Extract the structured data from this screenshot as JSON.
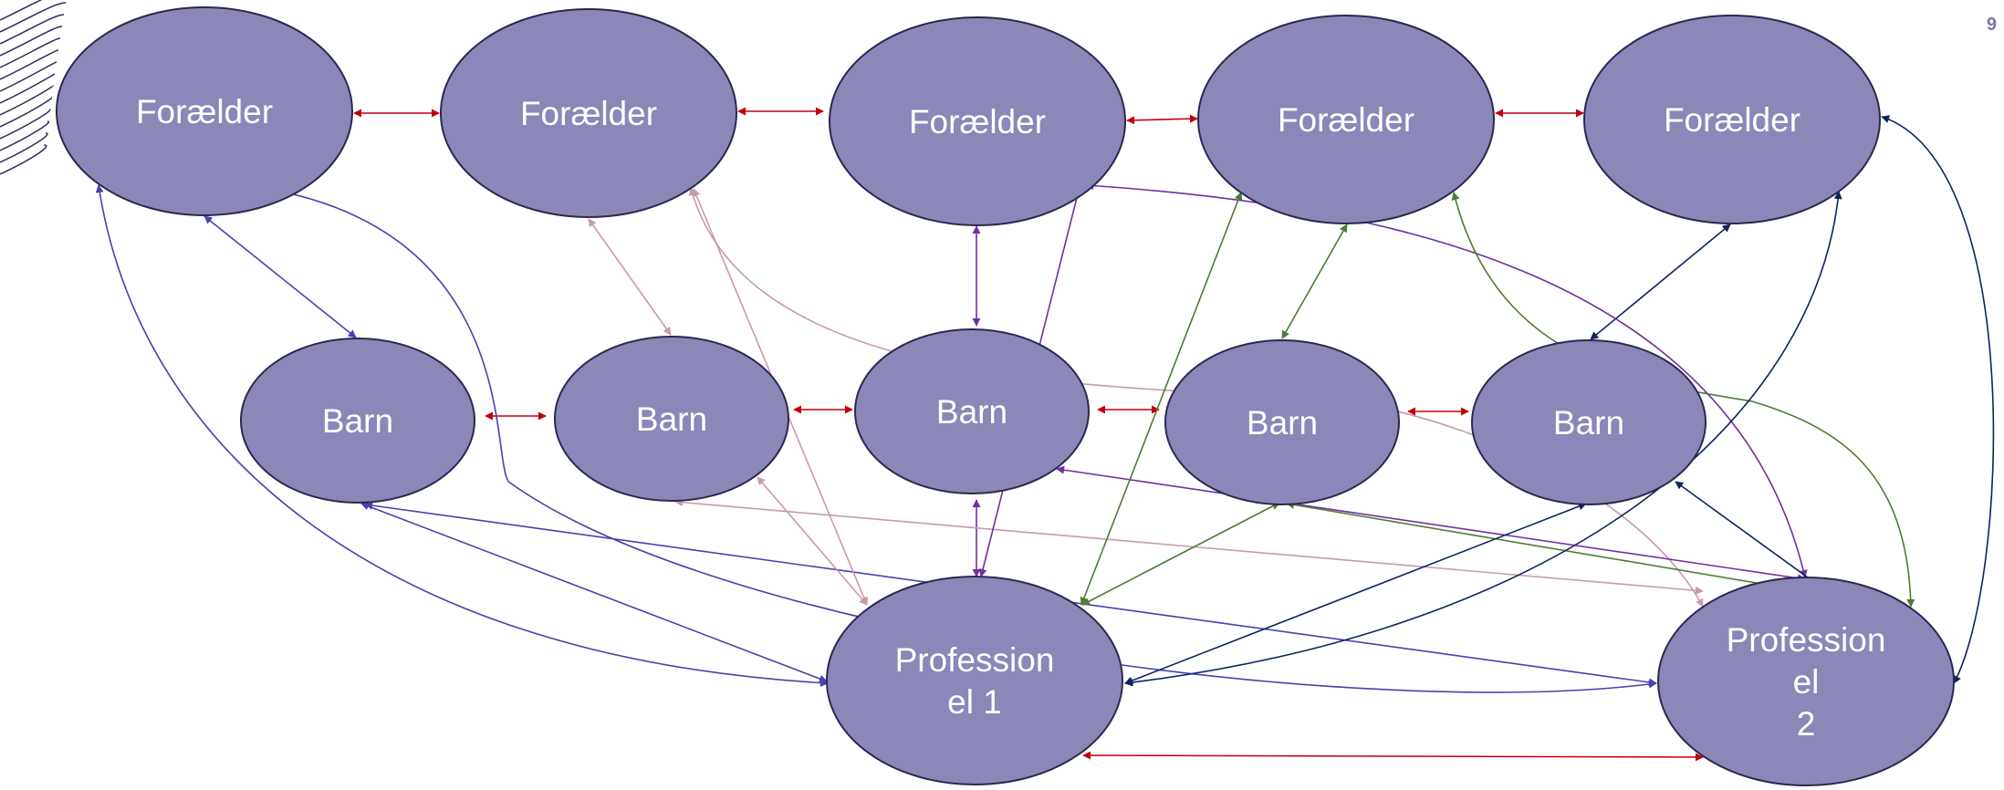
{
  "page_number": "9",
  "nodes": {
    "parent_1": {
      "label": [
        "Forælder"
      ]
    },
    "parent_2": {
      "label": [
        "Forælder"
      ]
    },
    "parent_3": {
      "label": [
        "Forælder"
      ]
    },
    "parent_4": {
      "label": [
        "Forælder"
      ]
    },
    "parent_5": {
      "label": [
        "Forælder"
      ]
    },
    "child_1": {
      "label": [
        "Barn"
      ]
    },
    "child_2": {
      "label": [
        "Barn"
      ]
    },
    "child_3": {
      "label": [
        "Barn"
      ]
    },
    "child_4": {
      "label": [
        "Barn"
      ]
    },
    "child_5": {
      "label": [
        "Barn"
      ]
    },
    "professional_1": {
      "label": [
        "Profession",
        "el 1"
      ]
    },
    "professional_2": {
      "label": [
        "Profession",
        "el",
        "2"
      ]
    }
  },
  "colors": {
    "node_fill": "#8b87b8",
    "node_stroke": "#2b2850",
    "red": "#c0000a",
    "purple": "#7030a0",
    "pink": "#c99aae",
    "green": "#4f7a35",
    "navy": "#0d2460",
    "blue": "#4a3fb0",
    "decoration": "#2b2d5a"
  },
  "connections": [
    {
      "from": "parent_1",
      "to": "parent_2",
      "color": "red"
    },
    {
      "from": "parent_2",
      "to": "parent_3",
      "color": "red"
    },
    {
      "from": "parent_3",
      "to": "parent_4",
      "color": "red"
    },
    {
      "from": "parent_4",
      "to": "parent_5",
      "color": "red"
    },
    {
      "from": "child_1",
      "to": "child_2",
      "color": "red"
    },
    {
      "from": "child_2",
      "to": "child_3",
      "color": "red"
    },
    {
      "from": "child_3",
      "to": "child_4",
      "color": "red"
    },
    {
      "from": "child_4",
      "to": "child_5",
      "color": "red"
    },
    {
      "from": "professional_1",
      "to": "professional_2",
      "color": "red"
    },
    {
      "from": "parent_1",
      "to": "child_1",
      "color": "blue"
    },
    {
      "from": "parent_2",
      "to": "child_2",
      "color": "pink"
    },
    {
      "from": "parent_3",
      "to": "child_3",
      "color": "purple"
    },
    {
      "from": "parent_4",
      "to": "child_4",
      "color": "green"
    },
    {
      "from": "parent_5",
      "to": "child_5",
      "color": "navy"
    },
    {
      "from": "child_3",
      "to": "professional_1",
      "color": "purple"
    },
    {
      "from": "parent_1",
      "to": "professional_1",
      "color": "blue"
    },
    {
      "from": "child_1",
      "to": "professional_1",
      "color": "blue"
    },
    {
      "from": "parent_1",
      "to": "professional_2",
      "color": "blue"
    },
    {
      "from": "child_1",
      "to": "professional_2",
      "color": "blue"
    },
    {
      "from": "parent_2",
      "to": "professional_1",
      "color": "pink"
    },
    {
      "from": "child_2",
      "to": "professional_1",
      "color": "pink"
    },
    {
      "from": "parent_2",
      "to": "professional_2",
      "color": "pink"
    },
    {
      "from": "child_2",
      "to": "professional_2",
      "color": "pink"
    },
    {
      "from": "parent_3",
      "to": "professional_1",
      "color": "purple"
    },
    {
      "from": "parent_3",
      "to": "professional_2",
      "color": "purple"
    },
    {
      "from": "child_3",
      "to": "professional_2",
      "color": "purple"
    },
    {
      "from": "parent_4",
      "to": "professional_1",
      "color": "green"
    },
    {
      "from": "child_4",
      "to": "professional_1",
      "color": "green"
    },
    {
      "from": "parent_4",
      "to": "professional_2",
      "color": "green"
    },
    {
      "from": "child_4",
      "to": "professional_2",
      "color": "green"
    },
    {
      "from": "parent_5",
      "to": "professional_1",
      "color": "navy"
    },
    {
      "from": "child_5",
      "to": "professional_1",
      "color": "navy"
    },
    {
      "from": "parent_5",
      "to": "professional_2",
      "color": "navy"
    },
    {
      "from": "child_5",
      "to": "professional_2",
      "color": "navy"
    }
  ]
}
